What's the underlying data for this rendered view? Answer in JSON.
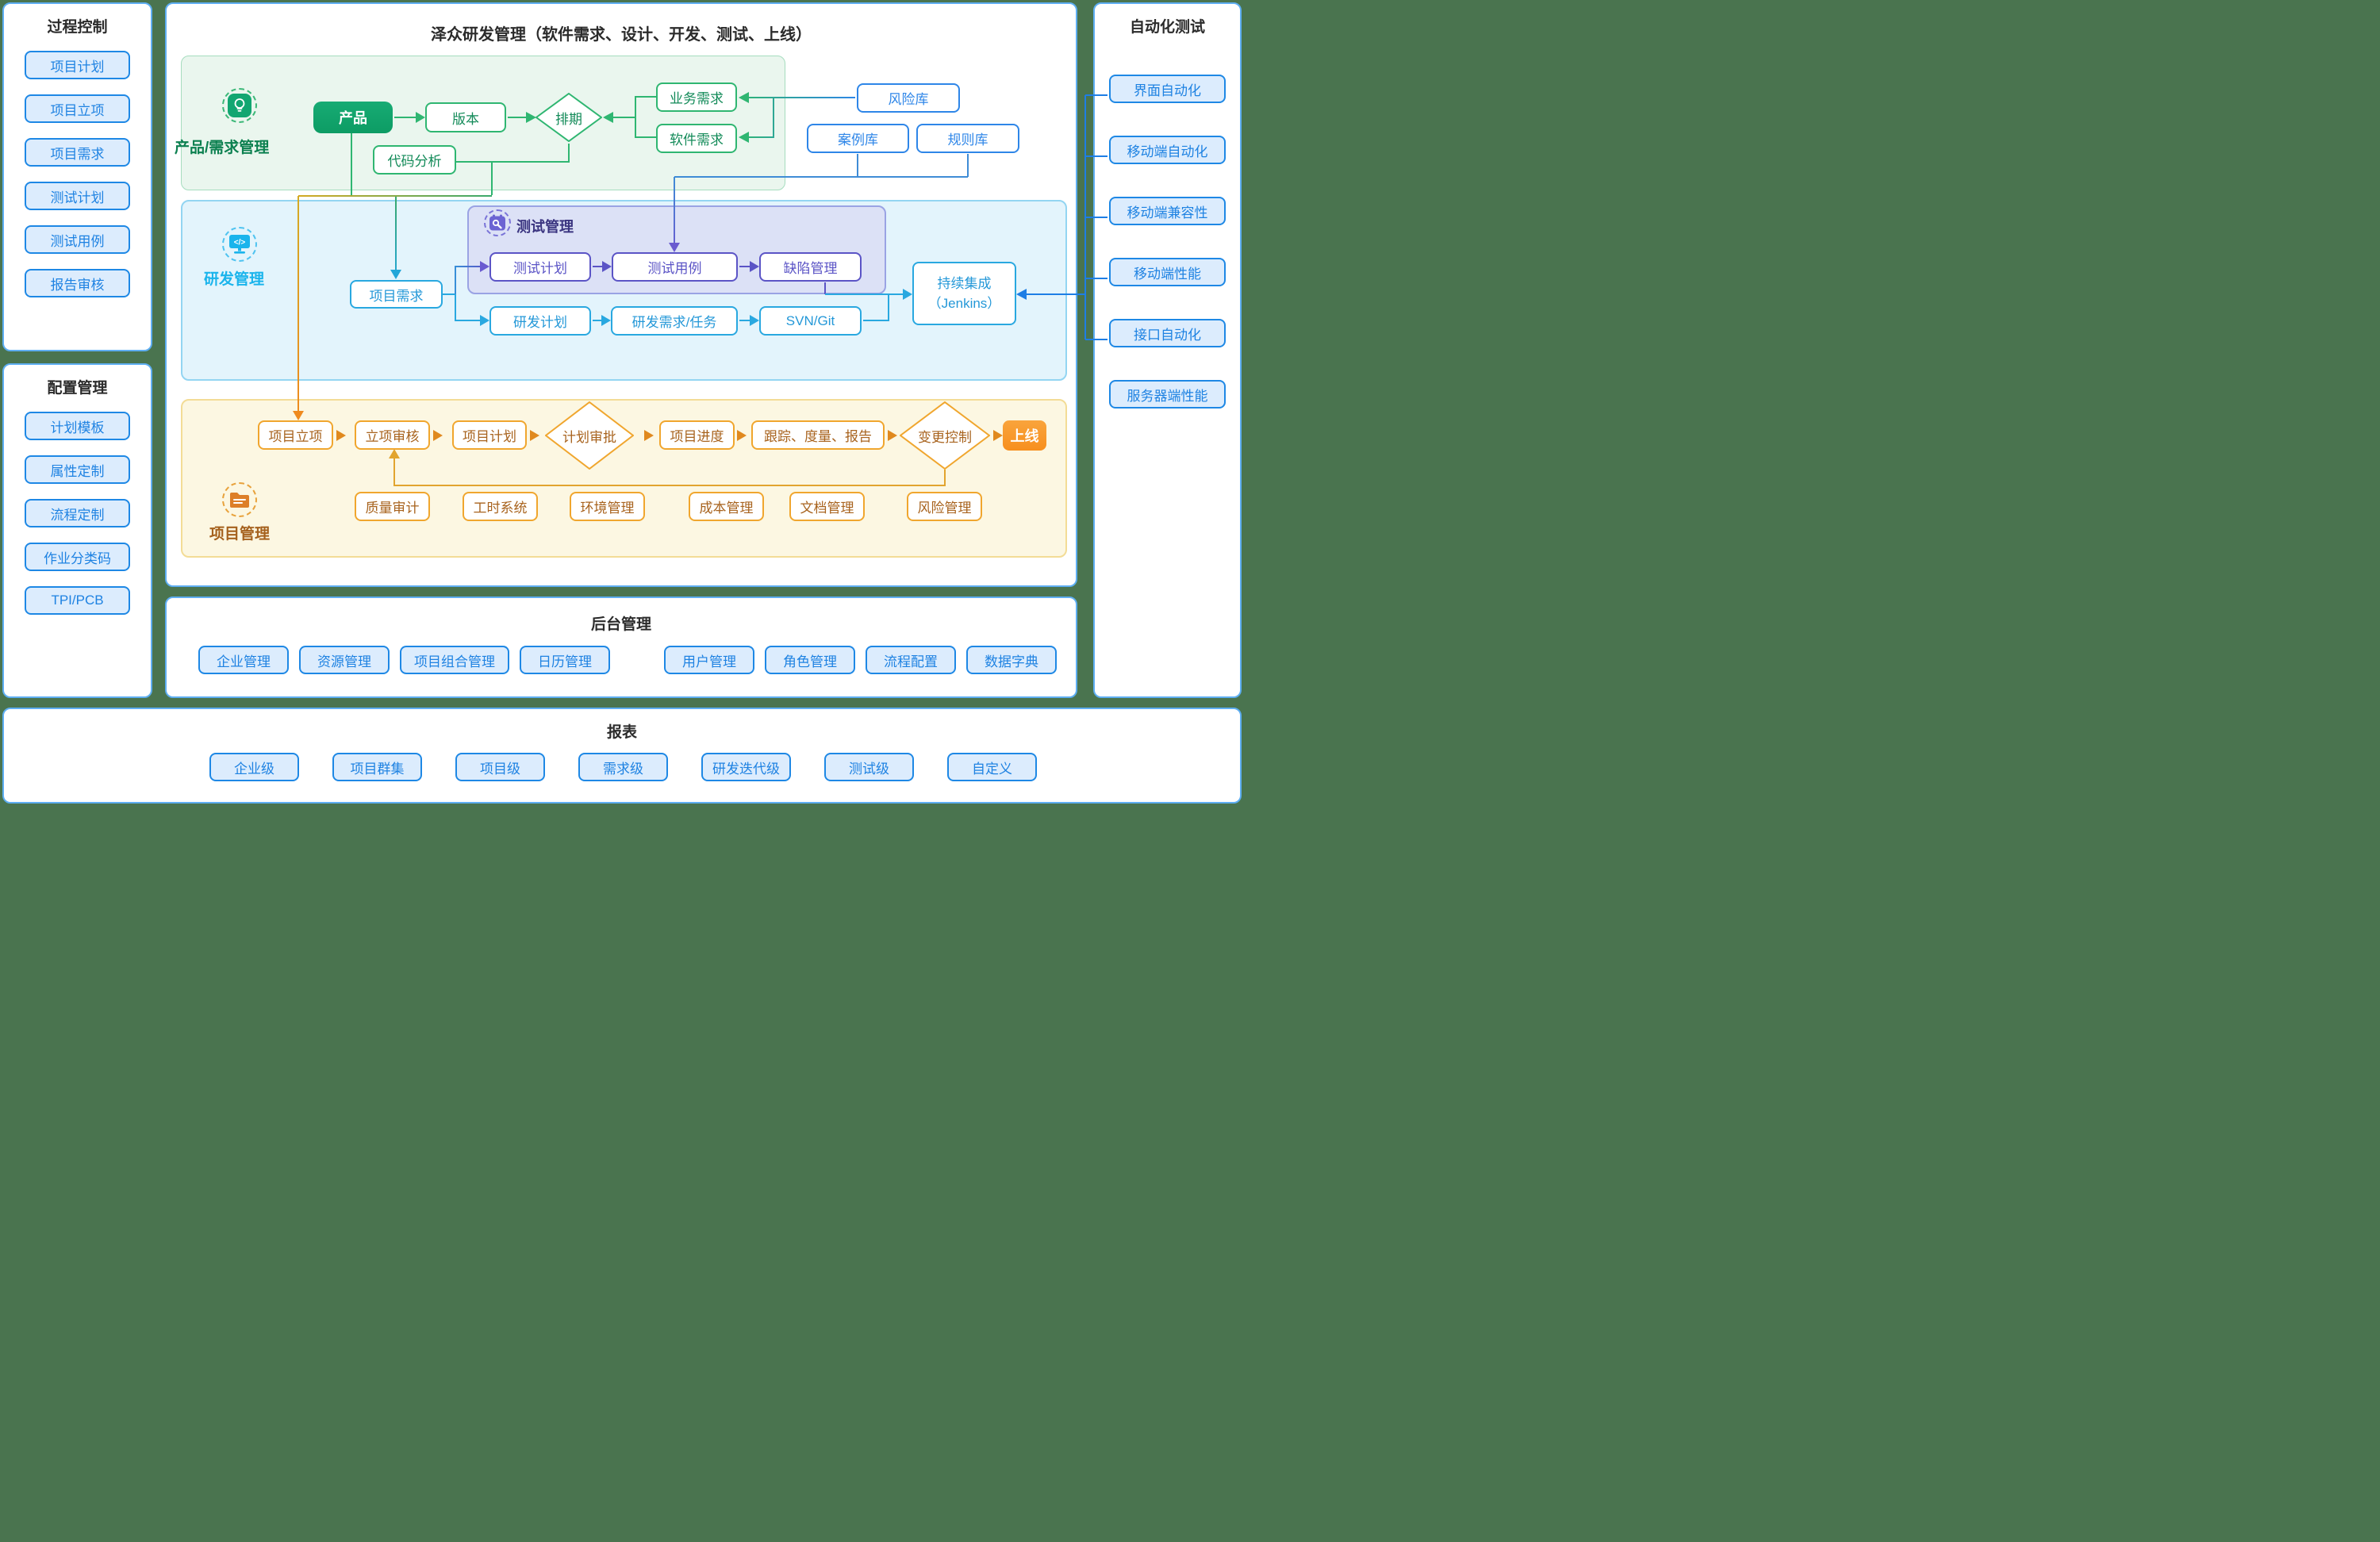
{
  "colors": {
    "frame_green": "#4a744f",
    "accent_blue": "#1e88e5",
    "accent_green": "#2fb671",
    "accent_cyan": "#29a8e0",
    "accent_purple": "#5b54c6",
    "accent_orange": "#f0a62e"
  },
  "left_top_panel": {
    "title": "过程控制",
    "items": [
      "项目计划",
      "项目立项",
      "项目需求",
      "测试计划",
      "测试用例",
      "报告审核"
    ]
  },
  "left_bottom_panel": {
    "title": "配置管理",
    "items": [
      "计划模板",
      "属性定制",
      "流程定制",
      "作业分类码",
      "TPI/PCB"
    ]
  },
  "right_panel": {
    "title": "自动化测试",
    "items": [
      "界面自动化",
      "移动端自动化",
      "移动端兼容性",
      "移动端性能",
      "接口自动化",
      "服务器端性能"
    ]
  },
  "admin_panel": {
    "title": "后台管理",
    "items": [
      "企业管理",
      "资源管理",
      "项目组合管理",
      "日历管理",
      "用户管理",
      "角色管理",
      "流程配置",
      "数据字典"
    ]
  },
  "report_panel": {
    "title": "报表",
    "items": [
      "企业级",
      "项目群集",
      "项目级",
      "需求级",
      "研发迭代级",
      "测试级",
      "自定义"
    ]
  },
  "main": {
    "title": "泽众研发管理（软件需求、设计、开发、测试、上线）",
    "sections": {
      "product": {
        "label": "产品/需求管理"
      },
      "dev": {
        "label": "研发管理"
      },
      "test": {
        "label": "测试管理"
      },
      "project": {
        "label": "项目管理"
      }
    },
    "nodes": {
      "chanpin": "产品",
      "banben": "版本",
      "paiqi": "排期",
      "daimafenxi": "代码分析",
      "yewuxuqiu": "业务需求",
      "ruanjianxuqiu": "软件需求",
      "fengxianku": "风险库",
      "anliku": "案例库",
      "guizeku": "规则库",
      "xiangmuxuqiu": "项目需求",
      "ceshijihua": "测试计划",
      "ceshiyongli": "测试用例",
      "quexianguanli": "缺陷管理",
      "yanfajihua": "研发计划",
      "yanfaxuqiu": "研发需求/任务",
      "svngit": "SVN/Git",
      "cicd_line1": "持续集成",
      "cicd_line2": "（Jenkins）",
      "lixiang": "项目立项",
      "lixiangshenhe": "立项审核",
      "xiangmujihua": "项目计划",
      "jihuashenpi": "计划审批",
      "xiangmujindu": "项目进度",
      "genzong": "跟踪、度量、报告",
      "biangengkongzhi": "变更控制",
      "shangxian": "上线",
      "zhiliangshenji": "质量审计",
      "gongshixitong": "工时系统",
      "huanjingguanli": "环境管理",
      "chengbenguanli": "成本管理",
      "wendangguanli": "文档管理",
      "fengxianguanli": "风险管理"
    }
  }
}
